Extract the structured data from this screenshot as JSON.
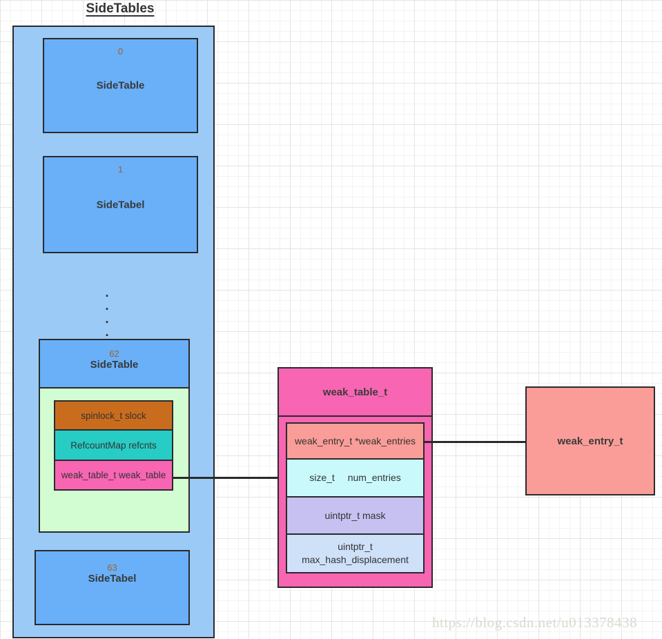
{
  "title": "SideTables",
  "sidetables": {
    "entries": [
      {
        "index": "0",
        "label": "SideTable"
      },
      {
        "index": "1",
        "label": "SideTabel"
      },
      {
        "index": "62",
        "label": "SideTable"
      },
      {
        "index": "63",
        "label": "SideTabel"
      }
    ],
    "dots": [
      ".",
      ".",
      ".",
      "."
    ],
    "table62_fields": [
      {
        "label": "spinlock_t slock"
      },
      {
        "label": "RefcountMap refcnts"
      },
      {
        "label": "weak_table_t weak_table"
      }
    ]
  },
  "weak_table_struct": {
    "title": "weak_table_t",
    "fields": [
      {
        "label": "weak_entry_t *weak_entries"
      },
      {
        "label": "size_t num_entries"
      },
      {
        "label": "uintptr_t mask"
      },
      {
        "label": "uintptr_t max_hash_displacement"
      }
    ]
  },
  "weak_entry_struct": {
    "title": "weak_entry_t"
  },
  "watermark": "https://blog.csdn.net/u013378438",
  "colors": {
    "container_fill": "#9ccaf7",
    "table_fill": "#69b0f9",
    "green_fill": "#d2fdd2",
    "orange_fill": "#ca6c1e",
    "teal_fill": "#27ccc4",
    "pink_fill": "#f765b3",
    "salmon_fill": "#fa9d99",
    "cyan_fill": "#c9f9fa",
    "purple_fill": "#c6c1f1",
    "periwinkle_fill": "#cfe0f9",
    "index_color": "#a85d2c"
  }
}
